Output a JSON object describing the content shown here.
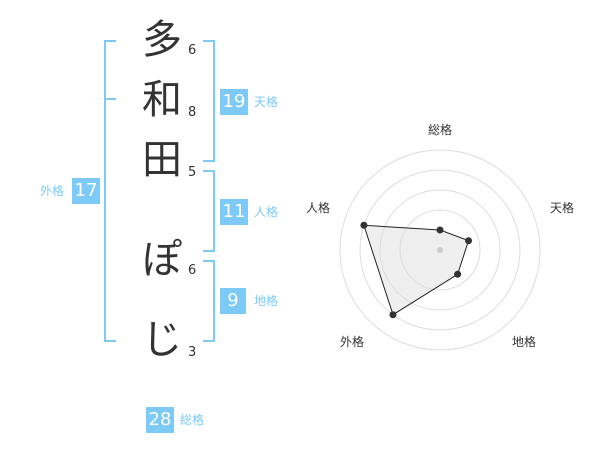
{
  "name": {
    "chars": [
      {
        "char": "多",
        "strokes": "6"
      },
      {
        "char": "和",
        "strokes": "8"
      },
      {
        "char": "田",
        "strokes": "5"
      },
      {
        "char": "ぽ",
        "strokes": "6"
      },
      {
        "char": "じ",
        "strokes": "3"
      }
    ]
  },
  "scores": {
    "tenkaku": {
      "value": "19",
      "label": "天格"
    },
    "jinkaku": {
      "value": "11",
      "label": "人格"
    },
    "chikaku": {
      "value": "9",
      "label": "地格"
    },
    "gaikaku": {
      "value": "17",
      "label": "外格"
    },
    "soukaku": {
      "value": "28",
      "label": "総格"
    }
  },
  "radar": {
    "axes": [
      "総格",
      "天格",
      "地格",
      "外格",
      "人格"
    ],
    "levels": [
      0.2,
      0.3,
      0.3,
      0.8,
      0.8
    ]
  },
  "colors": {
    "accent": "#7ccaf5",
    "text": "#333333"
  }
}
